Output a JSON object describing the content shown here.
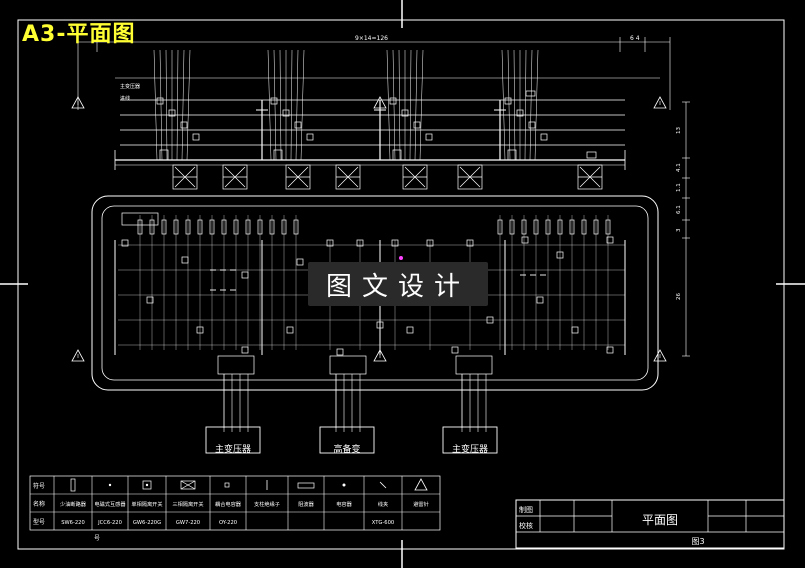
{
  "sheet_label": "A3-平面图",
  "watermark": "图文设计",
  "dimensions": {
    "top": "9×14=126",
    "top_right": "6   4",
    "right_1": "13",
    "right_2": "4.1",
    "right_3": "1.1",
    "right_4": "6.1",
    "right_5": "3",
    "right_6": "26"
  },
  "notes": {
    "line1": "主变压器",
    "line2": "进线"
  },
  "transformers": {
    "left": "主变压器",
    "center": "高备变",
    "right": "主变压器"
  },
  "legend": {
    "row_headers": [
      "符号",
      "名称",
      "型号"
    ],
    "names": [
      "少油断路器",
      "电磁式互感器",
      "单相隔离开关",
      "三相隔离开关",
      "耦合电容器",
      "支柱绝缘子",
      "阻波器",
      "电容器",
      "线夹",
      "避雷针"
    ],
    "models": [
      "SW6-220",
      "JCC6-220",
      "GW6-220G",
      "GW7-220",
      "OY-220",
      "",
      "",
      "",
      "XTG-600",
      ""
    ],
    "footnote": "号"
  },
  "title_block": {
    "row_a": "制图",
    "row_b": "校核",
    "title": "平面图",
    "figure_no": "图3"
  },
  "colors": {
    "background": "#000000",
    "lines": "#ffffff",
    "sheet_label": "#ffff33",
    "accent": "#ff44ff"
  }
}
